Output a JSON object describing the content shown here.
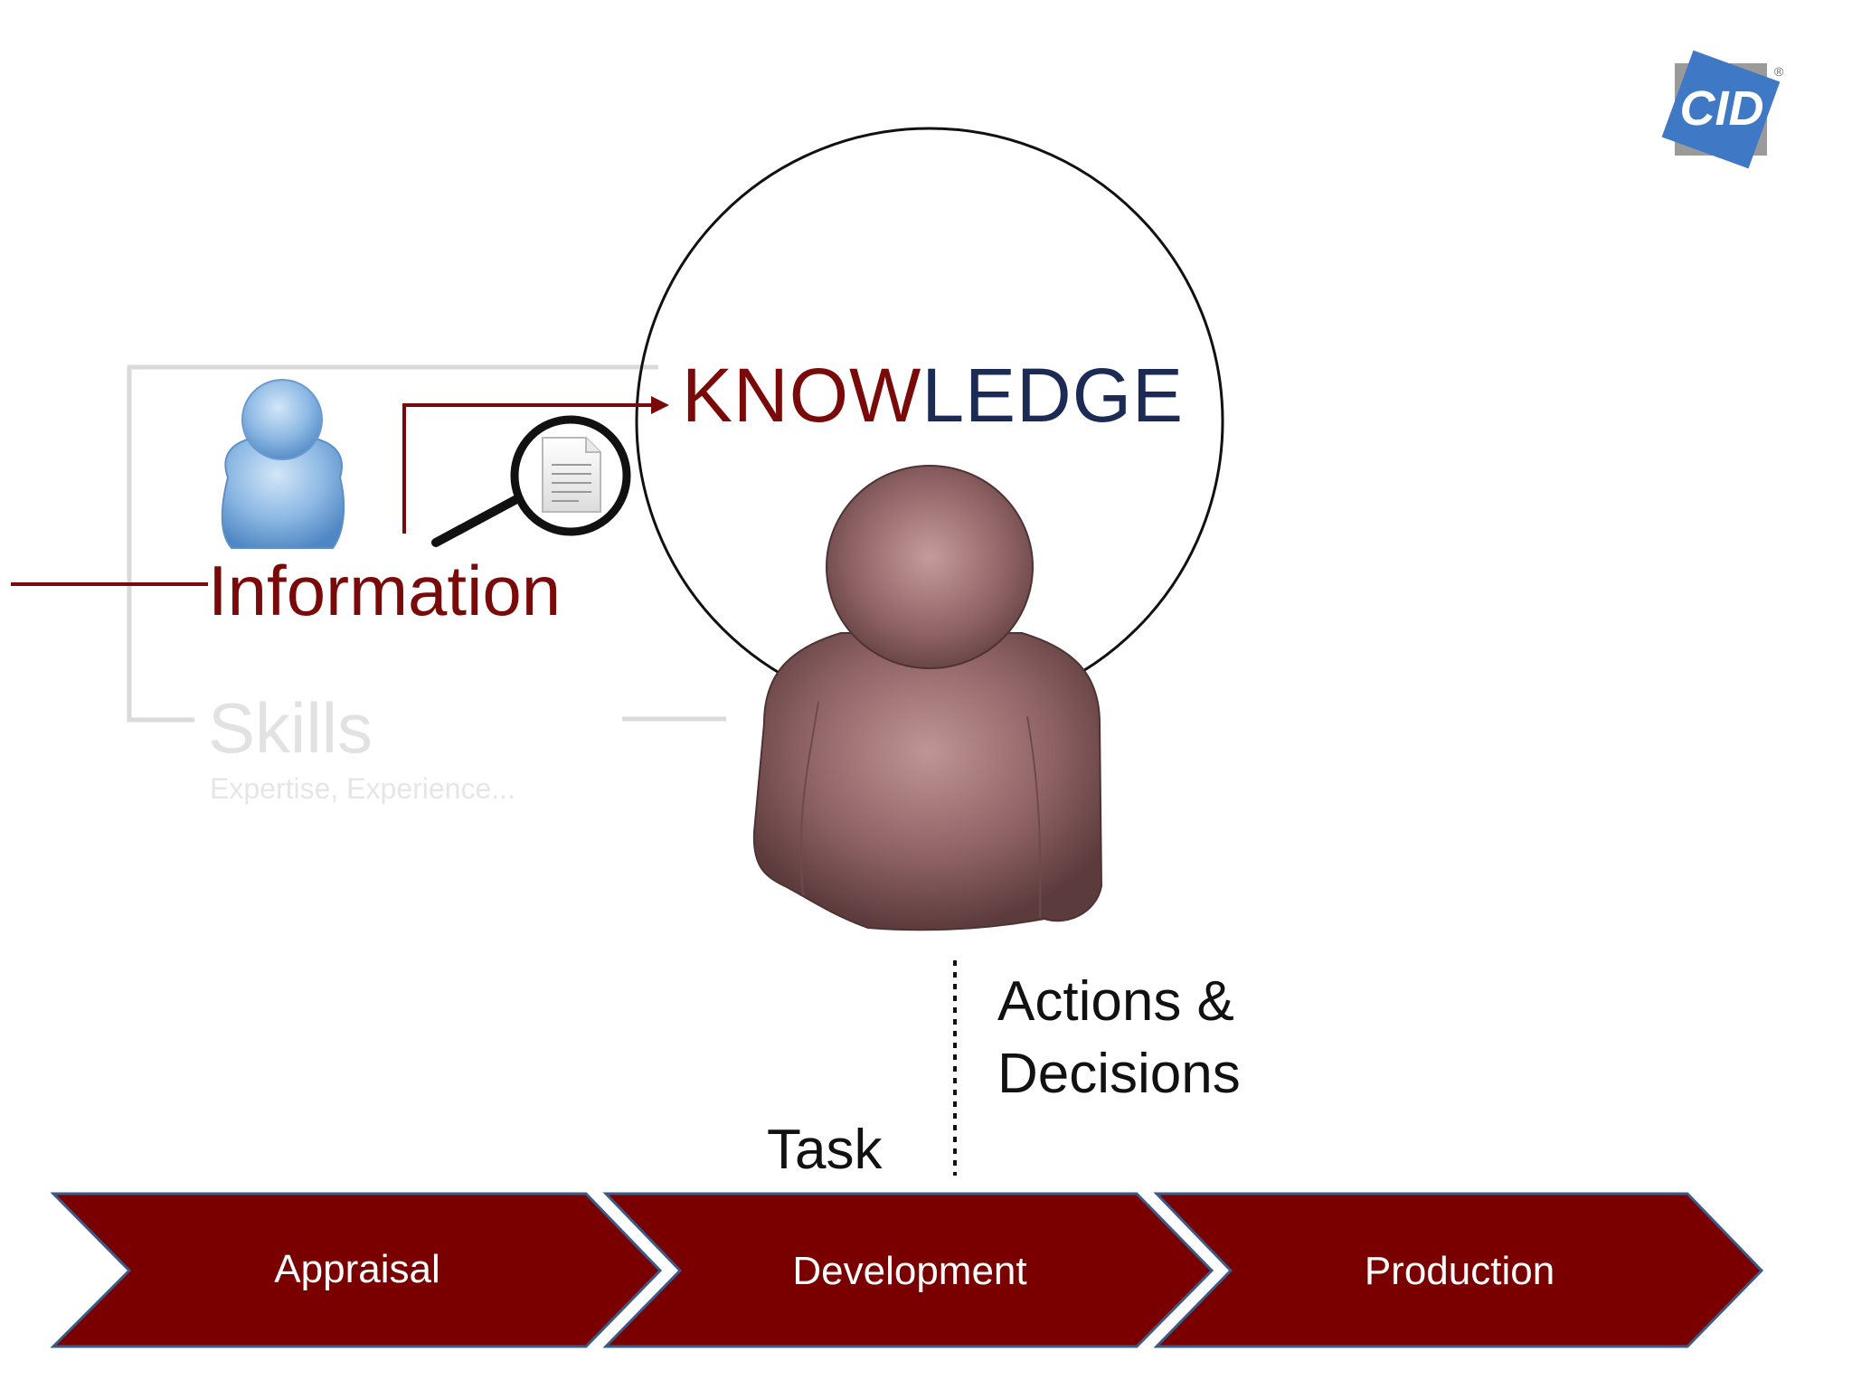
{
  "logo": {
    "text": "CID",
    "registered_mark": "®"
  },
  "knowledge": {
    "part1": "KNOW",
    "part2": "LEDGE",
    "part1_color": "#7a0a0a",
    "part2_color": "#1b2b55"
  },
  "information": {
    "label": "Information",
    "color": "#7a0a0a"
  },
  "skills": {
    "label": "Skills",
    "sublabel": "Expertise, Experience...",
    "color": "#e2e2e2"
  },
  "actions": {
    "line1": "Actions &",
    "line2": "Decisions"
  },
  "task": {
    "label": "Task"
  },
  "process": {
    "color": "#7a0000",
    "stages": [
      "Appraisal",
      "Development",
      "Production"
    ]
  },
  "icons": {
    "small_person": "user-icon",
    "large_person": "user-icon",
    "magnifier": "search-document-icon"
  },
  "colors": {
    "small_person": "#7fb0e0",
    "large_person": "#8f6466",
    "logo_blue": "#3f78c4"
  }
}
